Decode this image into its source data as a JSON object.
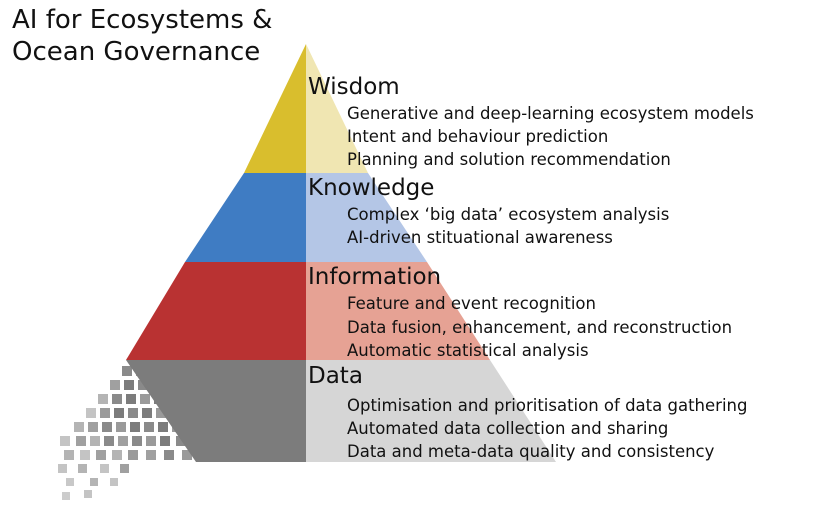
{
  "title": {
    "line1": "AI for Ecosystems &",
    "line2": "Ocean Governance"
  },
  "layers": [
    {
      "name": "Wisdom",
      "left_color": "#d9be2d",
      "right_color": "#f0e6b2",
      "items": [
        "Generative and deep-learning ecosystem models",
        "Intent and behaviour prediction",
        "Planning and solution recommendation"
      ]
    },
    {
      "name": "Knowledge",
      "left_color": "#3f7cc3",
      "right_color": "#b4c6e6",
      "items": [
        "Complex ‘big data’ ecosystem analysis",
        "AI-driven stituational awareness"
      ]
    },
    {
      "name": "Information",
      "left_color": "#b93232",
      "right_color": "#e6a294",
      "items": [
        "Feature and event recognition",
        "Data fusion, enhancement, and reconstruction",
        "Automatic statistical analysis"
      ]
    },
    {
      "name": "Data",
      "left_color": "#7c7c7c",
      "right_color": "#d6d6d6",
      "items": [
        "Optimisation and prioritisation of data gathering",
        "Automated data collection and sharing",
        "Data and meta-data quality and consistency"
      ]
    }
  ]
}
